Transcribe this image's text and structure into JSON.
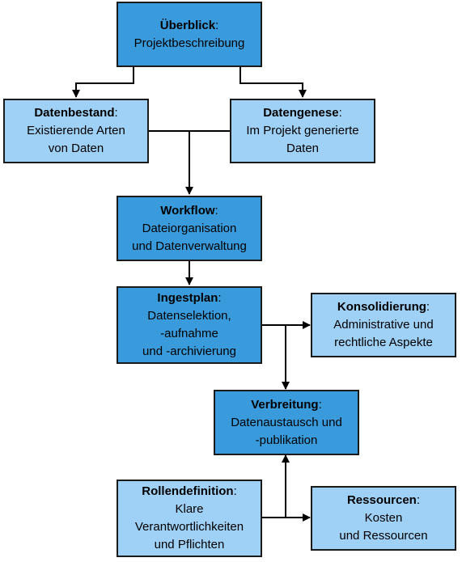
{
  "nodes": {
    "ueberblick": {
      "title": "Überblick",
      "lines": [
        "Projektbeschreibung"
      ]
    },
    "datenbestand": {
      "title": "Datenbestand",
      "lines": [
        "Existierende Arten",
        "von Daten"
      ]
    },
    "datengenese": {
      "title": "Datengenese",
      "lines": [
        "Im Projekt generierte",
        "Daten"
      ]
    },
    "workflow": {
      "title": "Workflow",
      "lines": [
        "Dateiorganisation",
        "und Datenverwaltung"
      ]
    },
    "ingestplan": {
      "title": "Ingestplan",
      "lines": [
        "Datenselektion,",
        "-aufnahme",
        "und -archivierung"
      ]
    },
    "konsolidierung": {
      "title": "Konsolidierung",
      "lines": [
        "Administrative und",
        "rechtliche Aspekte"
      ]
    },
    "verbreitung": {
      "title": "Verbreitung",
      "lines": [
        "Datenaustausch und",
        "-publikation"
      ]
    },
    "rollendefinition": {
      "title": "Rollendefinition",
      "lines": [
        "Klare",
        "Verantwortlichkeiten",
        "und Pflichten"
      ]
    },
    "ressourcen": {
      "title": "Ressourcen",
      "lines": [
        "Kosten",
        "und Ressourcen"
      ]
    }
  },
  "colon": ":",
  "colors": {
    "dark": "#3a9bdc",
    "light": "#9fd0f5",
    "stroke": "#1a1a1a"
  }
}
